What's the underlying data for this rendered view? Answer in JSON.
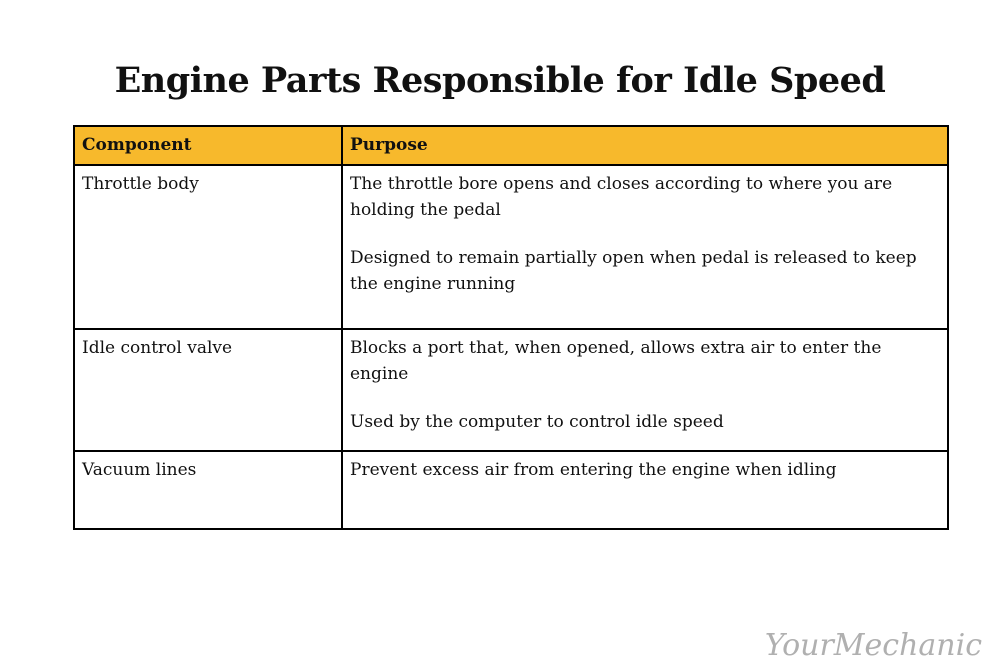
{
  "title": "Engine Parts Responsible for Idle Speed",
  "table": {
    "headers": [
      "Component",
      "Purpose"
    ],
    "rows": [
      {
        "component": "Throttle body",
        "purpose": [
          "The throttle bore opens and closes according to where you are holding the pedal",
          "Designed to remain partially open when pedal is released to keep the engine running"
        ]
      },
      {
        "component": "Idle control valve",
        "purpose": [
          "Blocks a port that, when opened, allows extra air to enter the engine",
          "Used by the computer to control idle speed"
        ]
      },
      {
        "component": "Vacuum lines",
        "purpose": [
          "Prevent excess air from entering the engine when idling"
        ]
      }
    ],
    "header_color": "#f7b92c"
  },
  "logo": "YourMechanic"
}
